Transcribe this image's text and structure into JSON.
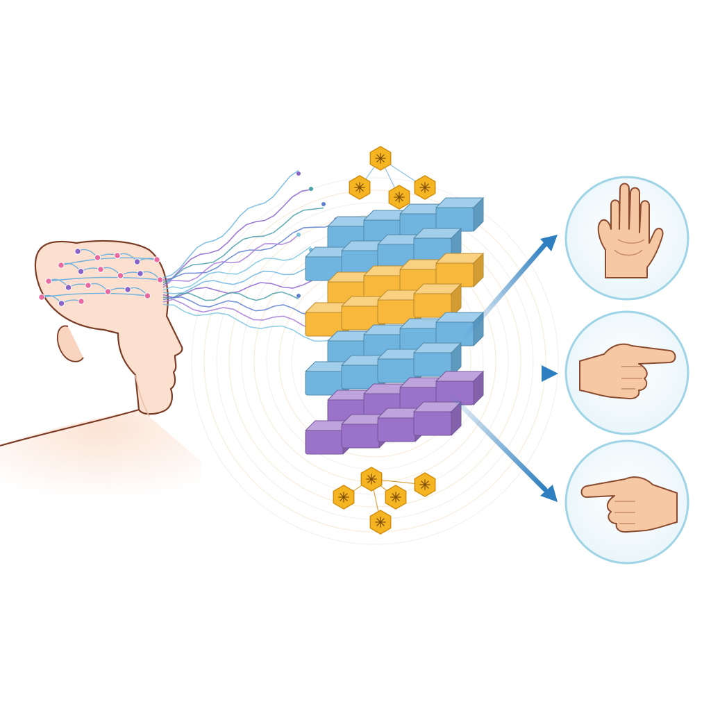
{
  "diagram": {
    "input": {
      "subject": "human-head-profile",
      "electrode_count": 20
    },
    "signals": {
      "wave_count": 12
    },
    "network": {
      "layers": [
        {
          "name": "layer-1",
          "color": "#6fb5e0",
          "rows": 2,
          "cols": 4
        },
        {
          "name": "layer-2",
          "color": "#f7b83c",
          "rows": 2,
          "cols": 4
        },
        {
          "name": "layer-3",
          "color": "#6fb5e0",
          "rows": 2,
          "cols": 4
        },
        {
          "name": "layer-4",
          "color": "#9b72c9",
          "rows": 2,
          "cols": 4
        }
      ],
      "top_nodes": 4,
      "bottom_nodes": 5,
      "node_color": "#f5b523"
    },
    "outputs": [
      {
        "gesture": "open-palm",
        "icon": "open-palm-icon"
      },
      {
        "gesture": "point-right",
        "icon": "point-right-icon"
      },
      {
        "gesture": "point-left",
        "icon": "point-left-icon"
      }
    ],
    "colors": {
      "skin": "#fbe0cf",
      "skin_outline": "#7a3b26",
      "arrow": "#2e7fbf",
      "circle_outline": "#9fd3e6",
      "electrode_pink": "#e86aa0",
      "electrode_purple": "#8a63c9"
    }
  }
}
